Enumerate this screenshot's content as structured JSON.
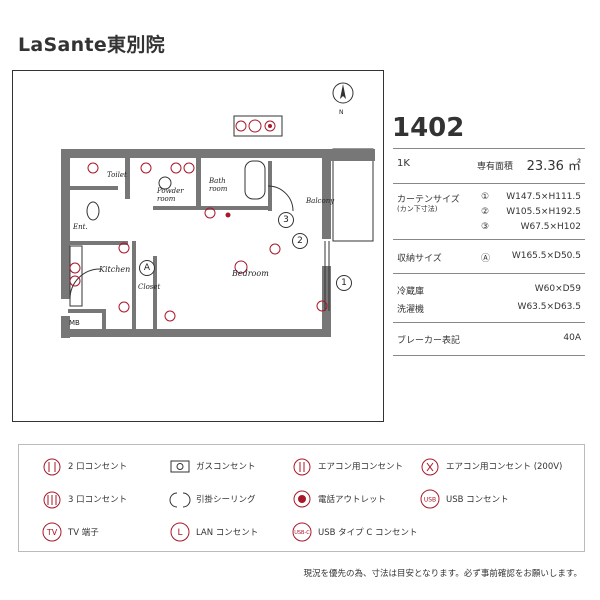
{
  "title": "LaSante東別院",
  "unit_number": "1402",
  "specs": {
    "layout_type": "1K",
    "area_label": "専有面積",
    "area_value": "23.36 ㎡",
    "curtain_label": "カーテンサイズ",
    "curtain_sub": "(カン下寸法)",
    "curtain_sizes": [
      {
        "mark": "①",
        "size": "W147.5×H111.5"
      },
      {
        "mark": "②",
        "size": "W105.5×H192.5"
      },
      {
        "mark": "③",
        "size": "W67.5×H102"
      }
    ],
    "storage_label": "収納サイズ",
    "storage_mark": "Ⓐ",
    "storage_size": "W165.5×D50.5",
    "fridge_label": "冷蔵庫",
    "fridge_size": "W60×D59",
    "washer_label": "洗濯機",
    "washer_size": "W63.5×D63.5",
    "breaker_label": "ブレーカー表記",
    "breaker_value": "40A"
  },
  "plan_labels": {
    "toilet": "Toilet",
    "powder_room": "Powder room",
    "bath_room": "Bath room",
    "balcony": "Balcony",
    "ent": "Ent.",
    "kitchen": "Kitchen",
    "closet": "Closet",
    "bedroom": "Bedroom",
    "mb": "MB",
    "mark_a": "A",
    "mark_1": "1",
    "mark_2": "2",
    "mark_3": "3",
    "compass_n": "N"
  },
  "legend": [
    {
      "icon": "outlet-2-icon",
      "label": "2 口コンセント"
    },
    {
      "icon": "gas-outlet-icon",
      "label": "ガスコンセント"
    },
    {
      "icon": "ac-outlet-icon",
      "label": "エアコン用コンセント"
    },
    {
      "icon": "ac-200v-outlet-icon",
      "label": "エアコン用コンセント (200V)"
    },
    {
      "icon": "outlet-3-icon",
      "label": "3 口コンセント"
    },
    {
      "icon": "ceiling-hook-icon",
      "label": "引掛シーリング"
    },
    {
      "icon": "phone-outlet-icon",
      "label": "電話アウトレット"
    },
    {
      "icon": "usb-outlet-icon",
      "label": "USB コンセント"
    },
    {
      "icon": "tv-terminal-icon",
      "label": "TV 端子"
    },
    {
      "icon": "lan-outlet-icon",
      "label": "LAN コンセント"
    },
    {
      "icon": "usb-c-outlet-icon",
      "label": "USB タイプ C コンセント"
    }
  ],
  "note": "現況を優先の為、寸法は目安となります。必ず事前確認をお願いします。",
  "colors": {
    "accent": "#a8182a",
    "wall": "#666666",
    "line": "#333333"
  }
}
